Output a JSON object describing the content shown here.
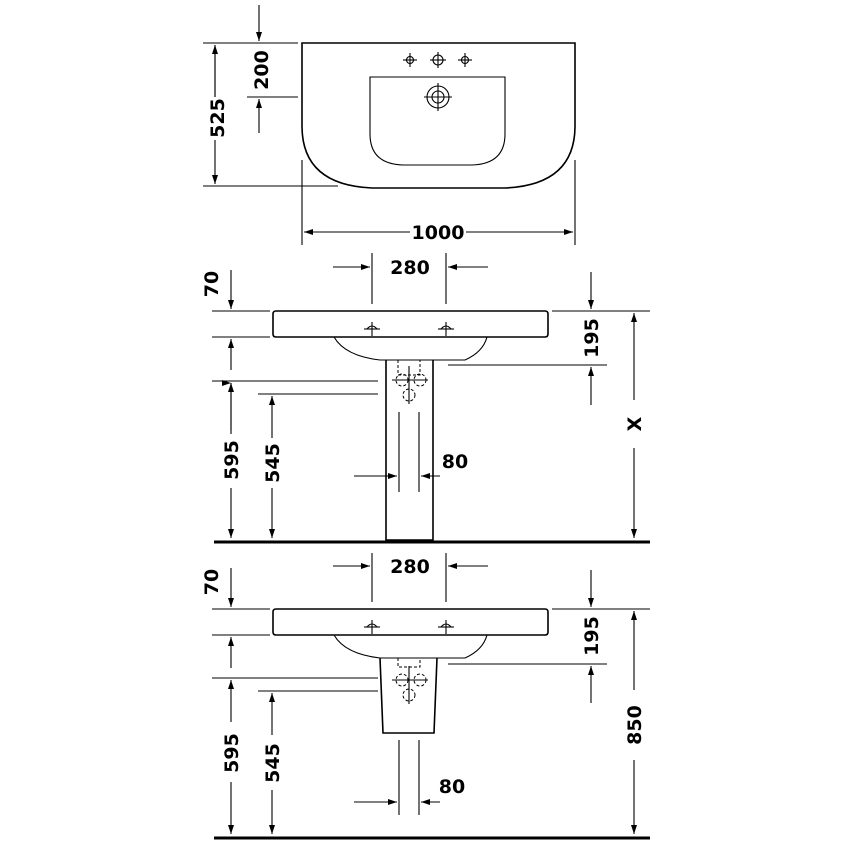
{
  "top_view": {
    "depth_total": "525",
    "depth_to_tap": "200",
    "width": "1000"
  },
  "pedestal_view": {
    "tap_spacing": "280",
    "rim_thickness": "70",
    "bowl_depth": "195",
    "drain_height_outer": "595",
    "drain_height_inner": "545",
    "drain_width": "80",
    "overall_height": "X"
  },
  "semi_pedestal_view": {
    "tap_spacing": "280",
    "rim_thickness": "70",
    "bowl_depth": "195",
    "drain_height_outer": "595",
    "drain_height_inner": "545",
    "drain_width": "80",
    "overall_height": "850"
  }
}
